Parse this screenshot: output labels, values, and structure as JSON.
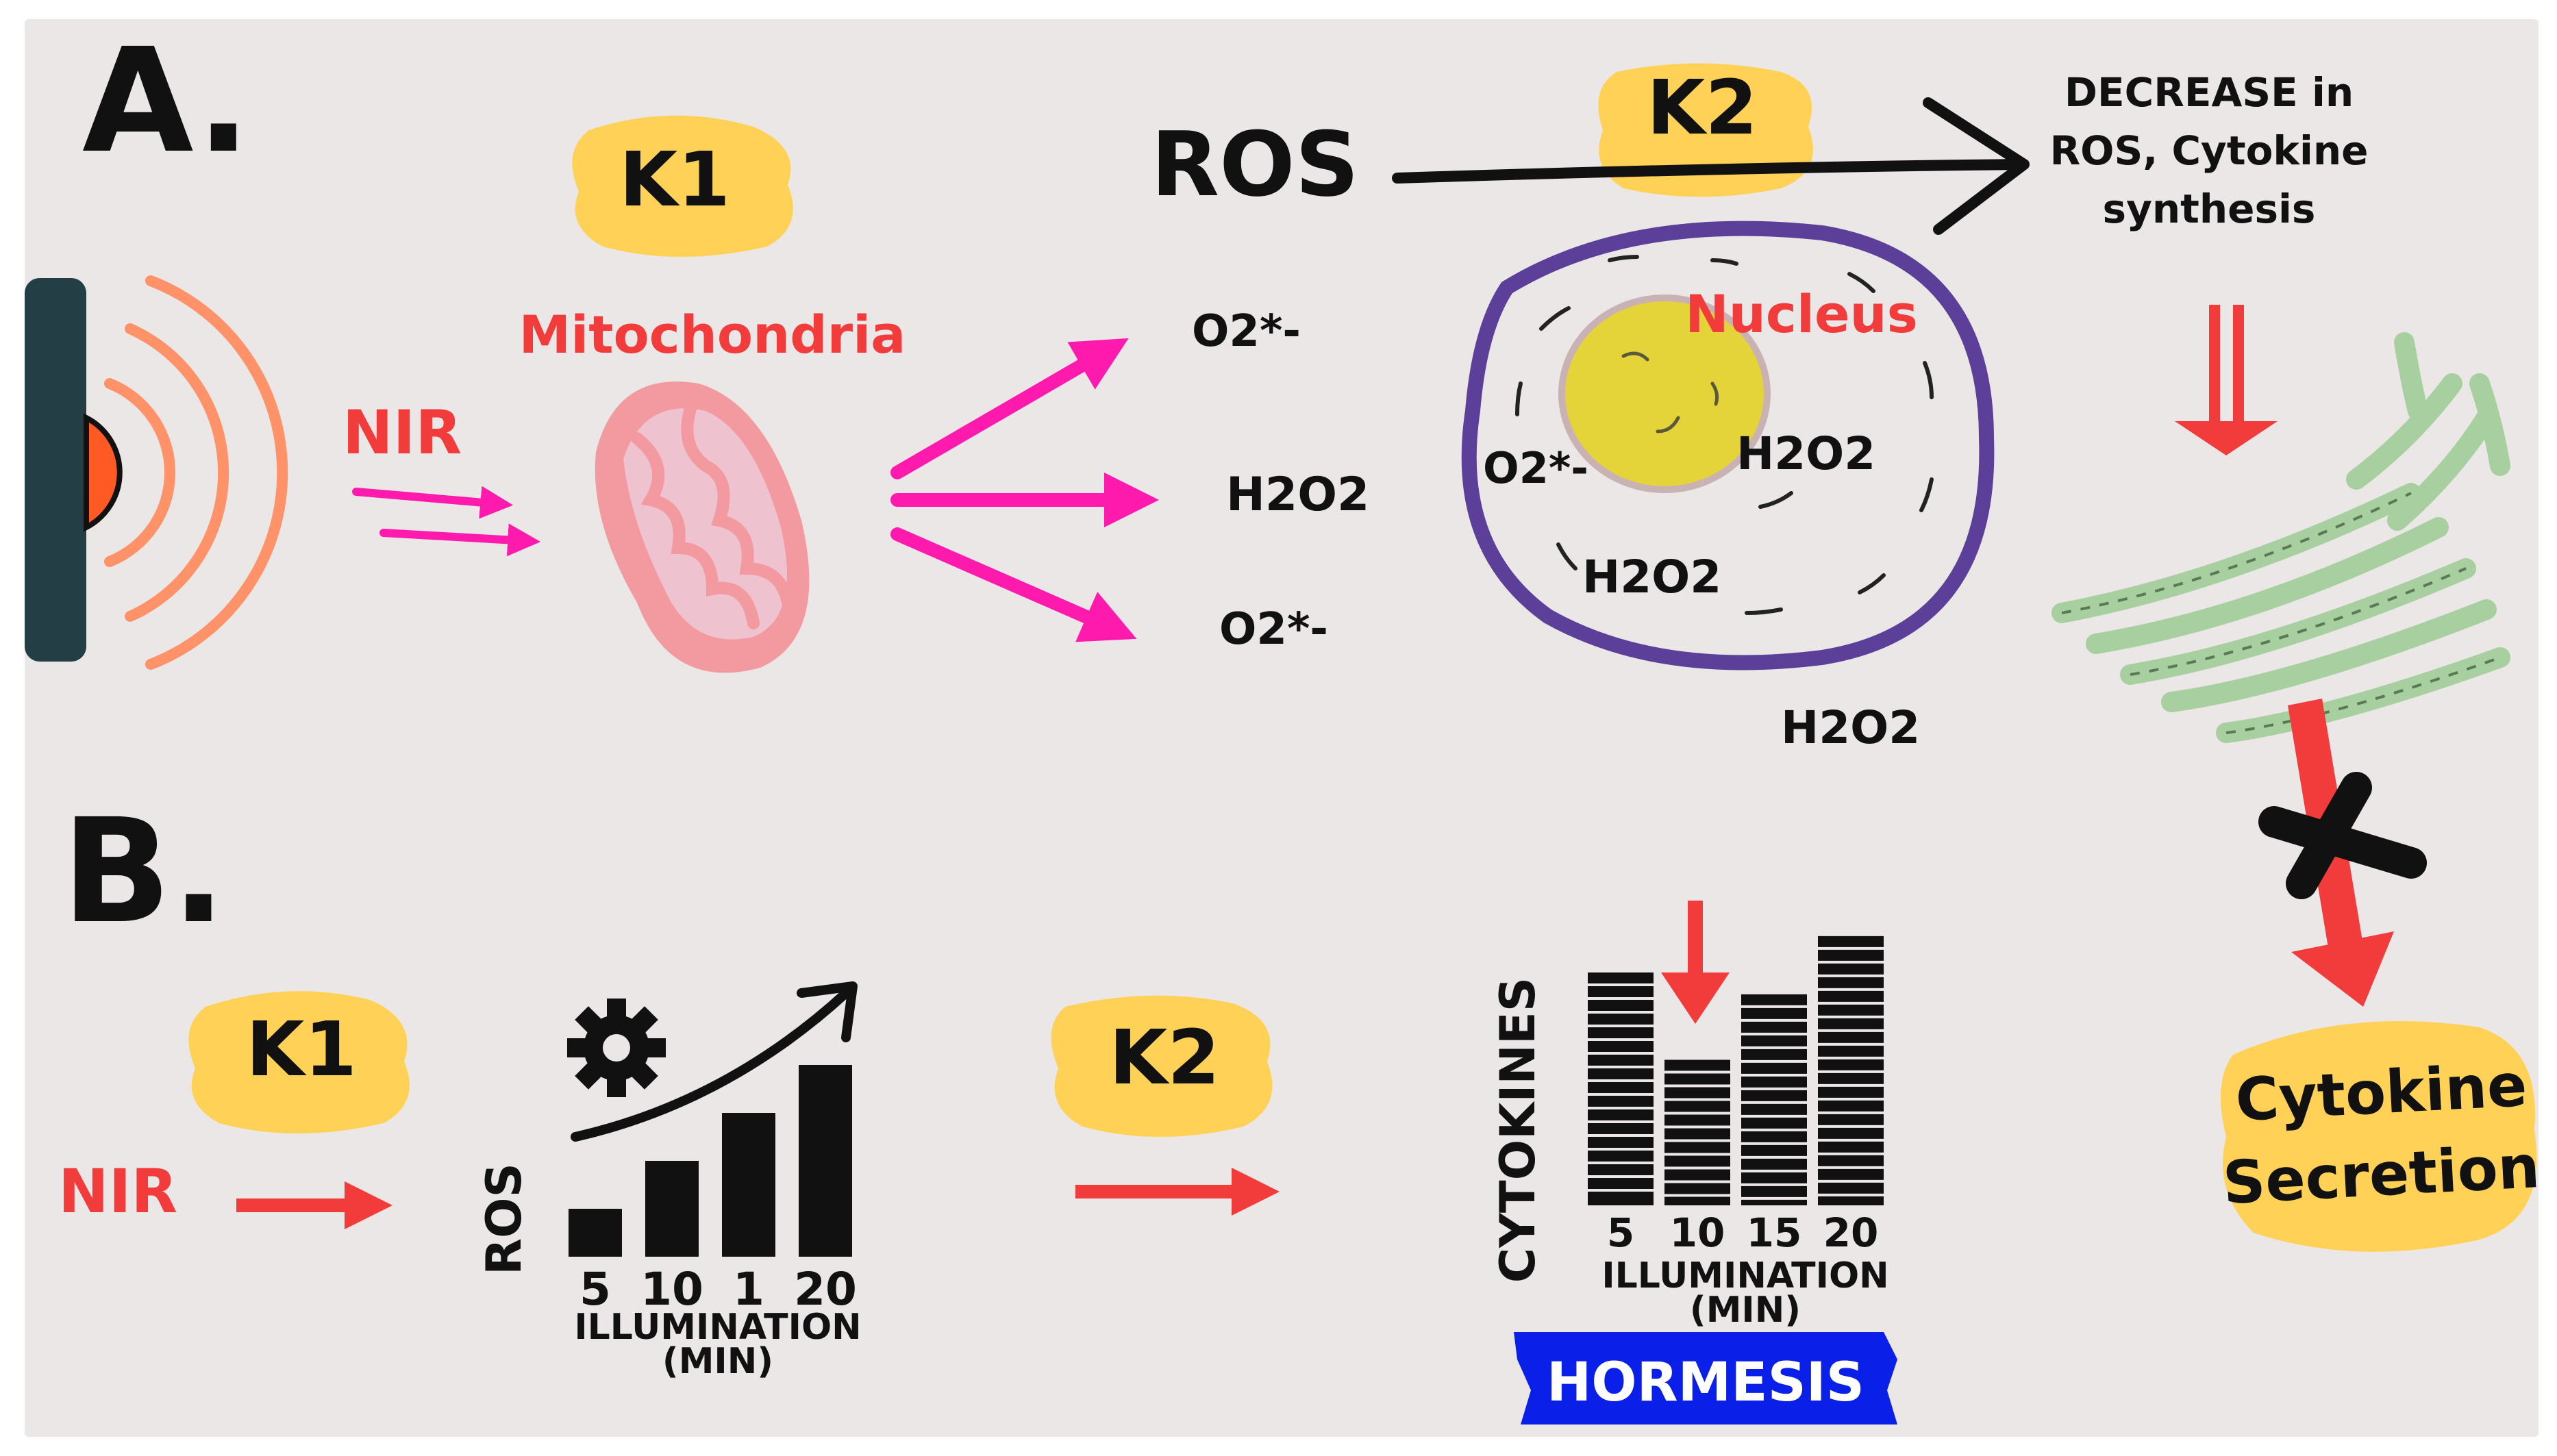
{
  "panel_a": {
    "label": "A.",
    "k1": "K1",
    "k2": "K2",
    "nir": "NIR",
    "mitochondria": "Mitochondria",
    "ros": "ROS",
    "o2_top": "O2*-",
    "h2o2_mid": "H2O2",
    "o2_bottom": "O2*-",
    "nucleus": "Nucleus",
    "cell_o2": "O2*-",
    "cell_h2o2_right": "H2O2",
    "cell_h2o2_bottom": "H2O2",
    "outside_h2o2": "H2O2",
    "decrease_line1": "DECREASE in",
    "decrease_line2": "ROS, Cytokine",
    "decrease_line3": "synthesis",
    "cytokine_line1": "Cytokine",
    "cytokine_line2": "Secretion"
  },
  "panel_b": {
    "label": "B.",
    "k1": "K1",
    "k2": "K2",
    "nir": "NIR",
    "hormesis": "HORMESIS"
  },
  "colors": {
    "background": "#ebe7e6",
    "k_blob": "#ffd257",
    "magenta": "#ff1aae",
    "red": "#f23b3b",
    "cell_border": "#5b3f98",
    "nucleus": "#e4d43a",
    "mito_outer": "#f29aa0",
    "mito_inner": "#efc2cf",
    "er_green": "#a8cfa0",
    "device": "#233f45",
    "device_light": "#ff5a24",
    "waves": "#ff9268",
    "hormesis_banner": "#0a1fe8"
  },
  "chart_data": [
    {
      "type": "bar",
      "categories": [
        "5",
        "10",
        "1",
        "20"
      ],
      "values": [
        1,
        2,
        3,
        4
      ],
      "ylabel": "ROS",
      "xlabel": "ILLUMINATION (MIN)",
      "ylim": [
        0,
        4.5
      ],
      "trend_arrow": "increasing",
      "icon": "gear-icon"
    },
    {
      "type": "bar",
      "categories": [
        "5",
        "10",
        "15",
        "20"
      ],
      "values": [
        3.2,
        2.0,
        2.9,
        3.7
      ],
      "ylabel": "CYTOKINES",
      "xlabel": "ILLUMINATION (MIN)",
      "ylim": [
        0,
        4
      ],
      "marker": "red down arrow above 10"
    }
  ]
}
